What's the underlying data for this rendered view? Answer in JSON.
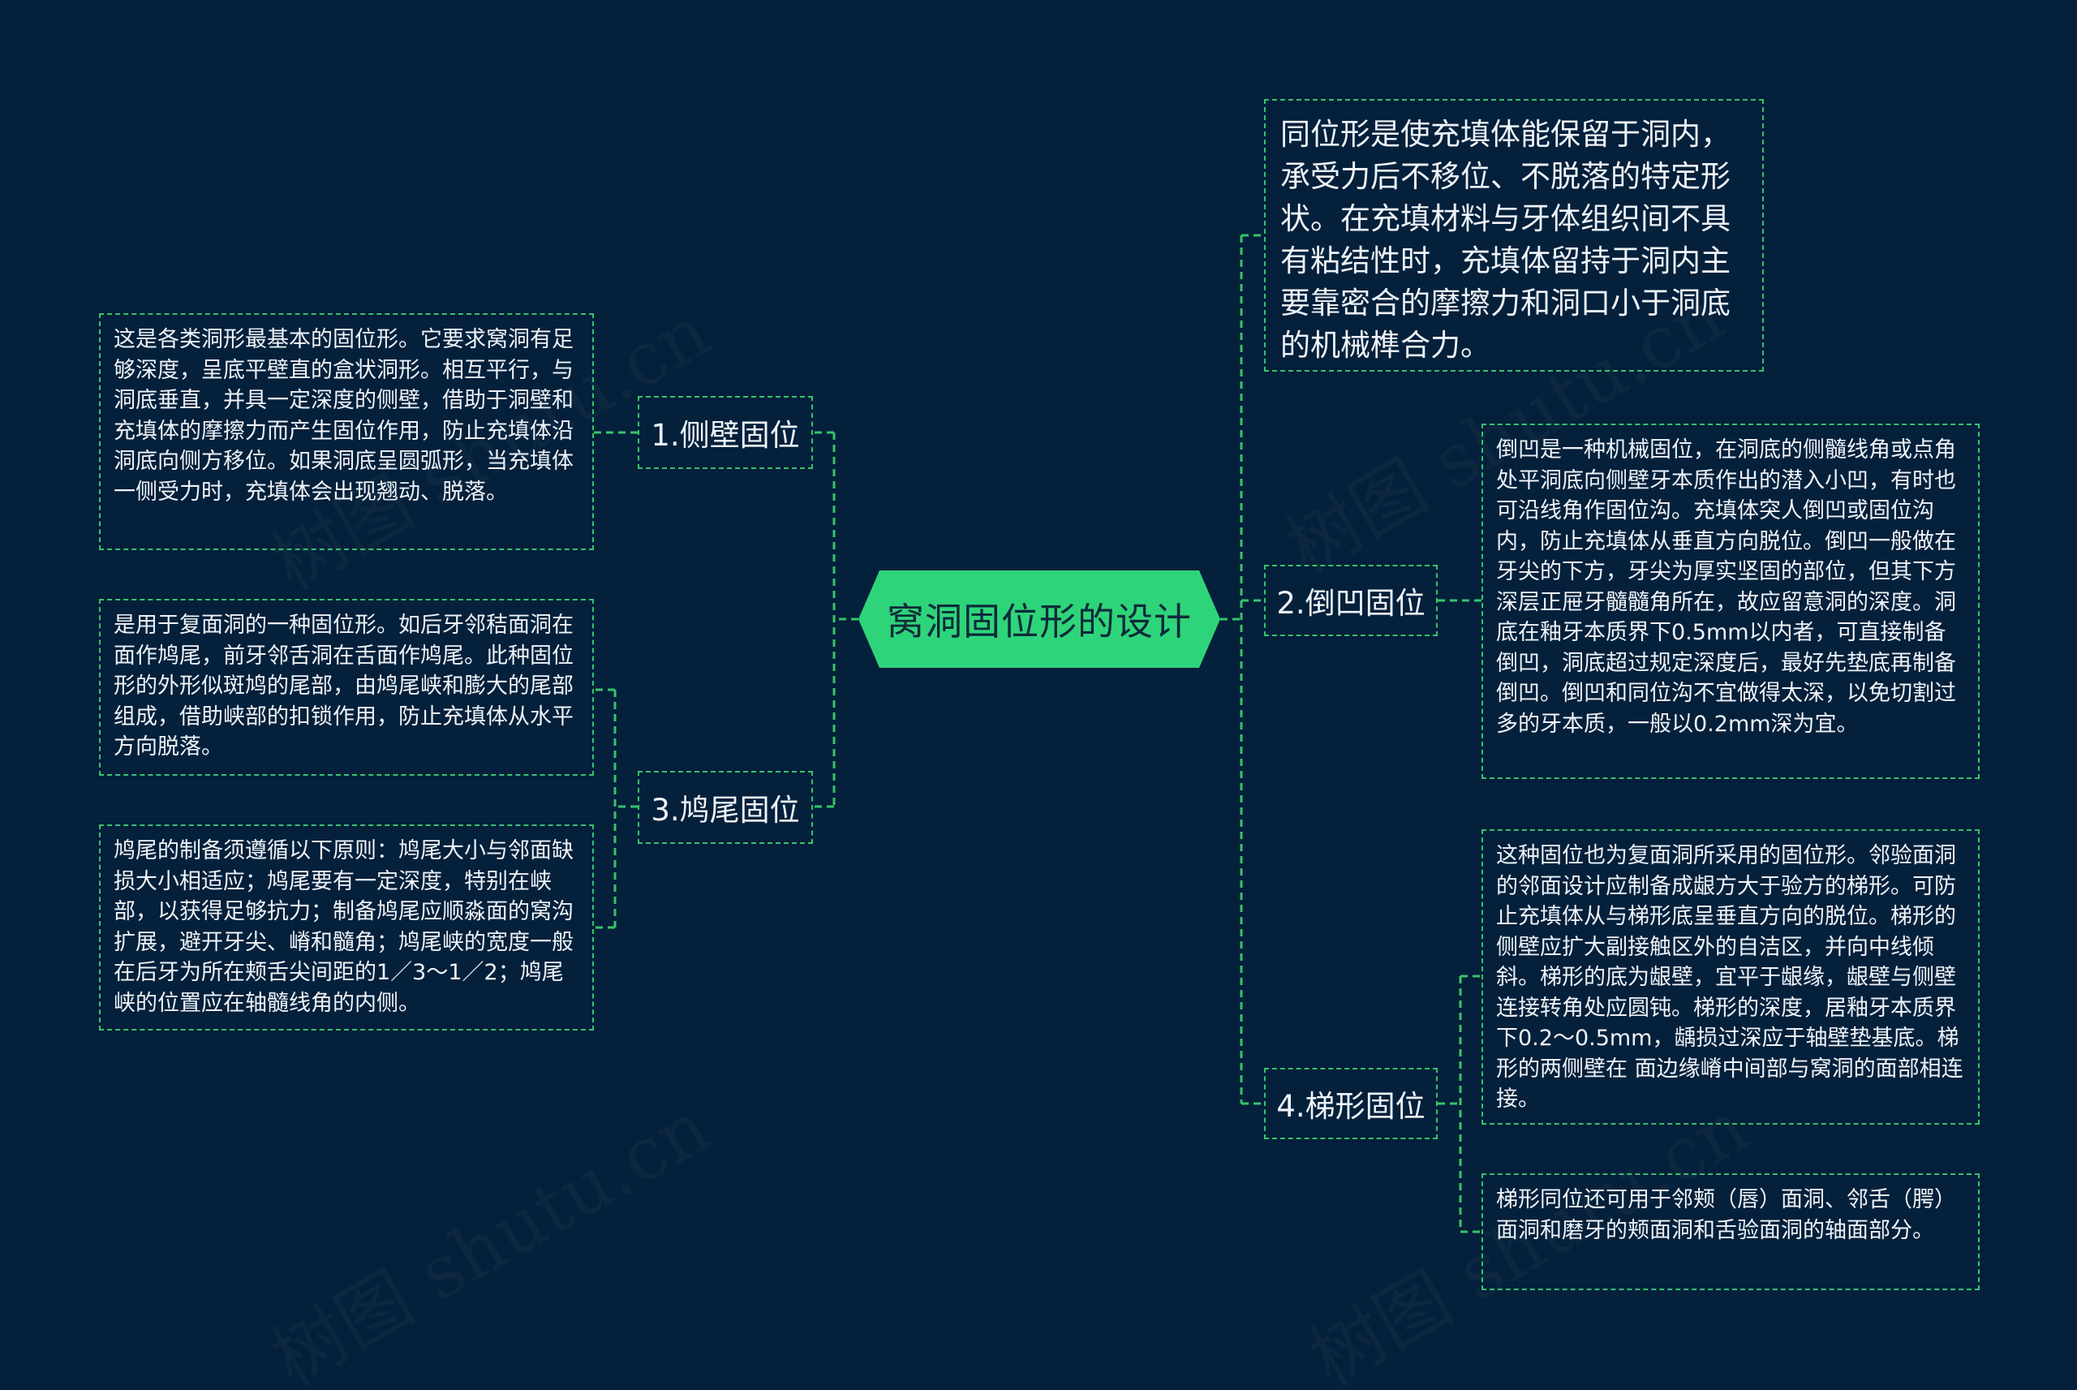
{
  "root": {
    "label": "窝洞固位形的设计"
  },
  "watermark": "树图 shutu.cn",
  "colors": {
    "background": "#05203b",
    "accent": "#2ed47a",
    "line": "#36c46a"
  },
  "branches": [
    {
      "id": "b1",
      "label": "1.侧壁固位",
      "leaves": [
        "这是各类洞形最基本的固位形。它要求窝洞有足够深度，呈底平壁直的盒状洞形。相互平行，与洞底垂直，并具一定深度的侧壁，借助于洞壁和充填体的摩擦力而产生固位作用，防止充填体沿洞底向侧方移位。如果洞底呈圆弧形，当充填体一侧受力时，充填体会出现翘动、脱落。"
      ]
    },
    {
      "id": "b3",
      "label": "3.鸠尾固位",
      "leaves": [
        "是用于复面洞的一种固位形。如后牙邻秸面洞在面作鸠尾，前牙邻舌洞在舌面作鸠尾。此种固位形的外形似斑鸠的尾部，由鸠尾峡和膨大的尾部组成，借助峡部的扣锁作用，防止充填体从水平方向脱落。",
        "鸠尾的制备须遵循以下原则：鸠尾大小与邻面缺损大小相适应；鸠尾要有一定深度，特别在峡部，以获得足够抗力；制备鸠尾应顺淼面的窝沟扩展，避开牙尖、嵴和髓角；鸠尾峡的宽度一般在后牙为所在颊舌尖间距的1／3～1／2；鸠尾峡的位置应在轴髓线角的内侧。"
      ]
    },
    {
      "id": "top",
      "label": "",
      "leaves": [
        "同位形是使充填体能保留于洞内，承受力后不移位、不脱落的特定形状。在充填材料与牙体组织间不具有粘结性时，充填体留持于洞内主要靠密合的摩擦力和洞口小于洞底的机械榫合力。"
      ]
    },
    {
      "id": "b2",
      "label": "2.倒凹固位",
      "leaves": [
        "倒凹是一种机械固位，在洞底的侧髓线角或点角处平洞底向侧壁牙本质作出的潜入小凹，有时也可沿线角作固位沟。充填体突人倒凹或固位沟内，防止充填体从垂直方向脱位。倒凹一般做在牙尖的下方，牙尖为厚实坚固的部位，但其下方深层正屉牙髓髓角所在，故应留意洞的深度。洞底在釉牙本质界下0.5mm以内者，可直接制备倒凹，洞底超过规定深度后，最好先垫底再制备倒凹。倒凹和同位沟不宜做得太深，以免切割过多的牙本质，一般以0.2mm深为宜。"
      ]
    },
    {
      "id": "b4",
      "label": "4.梯形固位",
      "leaves": [
        "这种固位也为复面洞所采用的固位形。邻验面洞的邻面设计应制备成龈方大于验方的梯形。可防止充填体从与梯形底呈垂直方向的脱位。梯形的侧壁应扩大副接触区外的自洁区，并向中线倾斜。梯形的底为龈壁，宜平于龈缘，龈壁与侧壁连接转角处应圆钝。梯形的深度，居釉牙本质界下0.2～0.5mm，龋损过深应于轴壁垫基底。梯形的两侧壁在 面边缘嵴中间部与窝洞的面部相连接。",
        "梯形同位还可用于邻颊（唇）面洞、邻舌（腭）面洞和磨牙的颊面洞和舌验面洞的轴面部分。"
      ]
    }
  ]
}
